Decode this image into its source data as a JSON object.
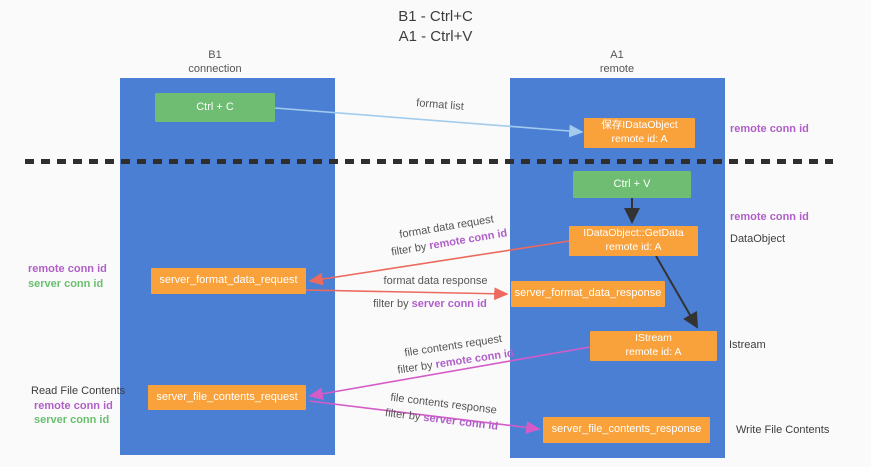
{
  "title": {
    "line1": "B1 - Ctrl+C",
    "line2": "A1 - Ctrl+V"
  },
  "columns": {
    "left": {
      "name": "B1",
      "role": "connection"
    },
    "right": {
      "name": "A1",
      "role": "remote"
    }
  },
  "boxes": {
    "ctrl_c": "Ctrl + C",
    "ctrl_v": "Ctrl + V",
    "save_dataobject": {
      "line1": "保存IDataObject",
      "line2": "remote id: A"
    },
    "getdata": {
      "line1": "IDataObject::GetData",
      "line2": "remote id: A"
    },
    "istream": {
      "line1": "IStream",
      "line2": "remote id: A"
    },
    "server_format_data_request": "server_format_data_request",
    "server_format_data_response": "server_format_data_response",
    "server_file_contents_request": "server_file_contents_request",
    "server_file_contents_response": "server_file_contents_response"
  },
  "arrows": {
    "format_list": "format list",
    "format_data_request": {
      "title": "format data request",
      "filter_prefix": "filter by",
      "filter_id": "remote conn id"
    },
    "format_data_response": {
      "title": "format data response",
      "filter_prefix": "filter by",
      "filter_id": "server conn id"
    },
    "file_contents_request": {
      "title": "file contents request",
      "filter_prefix": "filter by",
      "filter_id": "remote conn id"
    },
    "file_contents_response": {
      "title": "file contents response",
      "filter_prefix": "filter by",
      "filter_id": "server conn id"
    }
  },
  "side_labels": {
    "right_remote_conn_id_top": "remote conn id",
    "right_remote_conn_id_mid": "remote conn id",
    "dataobject": "DataObject",
    "istream": "Istream",
    "write_file_contents": "Write File Contents",
    "left_remote_conn_id_mid": "remote conn id",
    "left_server_conn_id_mid": "server conn id",
    "read_file_contents": "Read File Contents",
    "left_remote_conn_id_bottom": "remote conn id",
    "left_server_conn_id_bottom": "server conn id"
  },
  "colors": {
    "bg": "#fafafa",
    "lifeline_blue": "#4b7fd4",
    "box_orange": "#f9a13b",
    "box_green": "#6ebd72",
    "arrow_lightblue": "#a3cbec",
    "arrow_black": "#333333",
    "arrow_red": "#ec6a5e",
    "arrow_magenta": "#d55bc8",
    "purple_id": "#b05fc8",
    "green_id": "#6abf6e",
    "dash_color": "#2e2e2e",
    "text_dark": "#3d3d3d",
    "label_gray": "#555555"
  }
}
